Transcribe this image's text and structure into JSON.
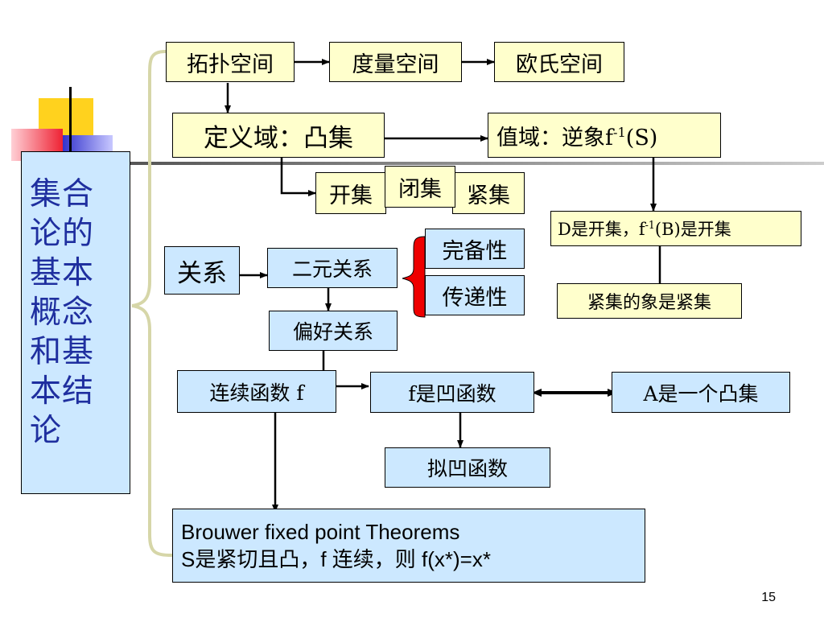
{
  "colors": {
    "box_yellow": "#ffffcc",
    "box_blue": "#cce8ff",
    "deco_yellow": "#ffd21e",
    "deco_red": "#ee2233",
    "deco_blue": "#3333cc",
    "title_text": "#1f2f9f",
    "brace_red": "#ee0000"
  },
  "title": "集合论的基本概念和基本结论",
  "nodes": {
    "topology": "拓扑空间",
    "metric": "度量空间",
    "euclid": "欧氏空间",
    "domain": "定义域：凸集",
    "range_prefix": "值域：逆象f",
    "range_sup": "-1",
    "range_suffix": "(S)",
    "open_set": "开集",
    "closed_set": "闭集",
    "compact_set": "紧集",
    "d_open_prefix": "D是开集，f",
    "d_open_sup": "-1",
    "d_open_suffix": "(B)是开集",
    "compact_image": "紧集的象是紧集",
    "relation": "关系",
    "binary": "二元关系",
    "complete": "完备性",
    "transitive": "传递性",
    "preference": "偏好关系",
    "continuous": "连续函数 f",
    "concave": "f是凹函数",
    "convex_a": "A是一个凸集",
    "quasi": "拟凹函数",
    "brouwer_line1": "Brouwer fixed point Theorems",
    "brouwer_line2": "S是紧切且凸，f 连续，则 f(x*)=x*"
  },
  "page_number": "15"
}
